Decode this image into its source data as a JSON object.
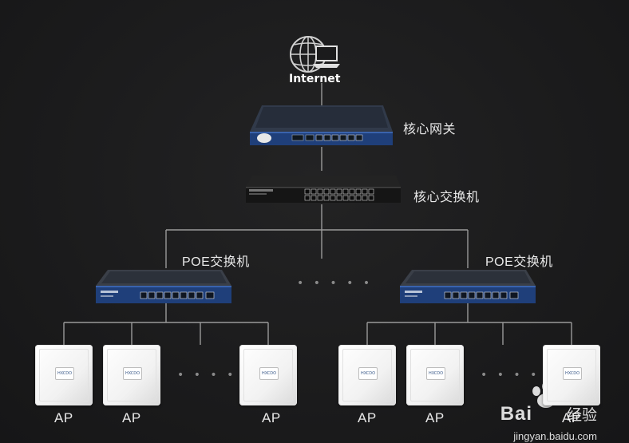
{
  "labels": {
    "internet": "Internet",
    "core_gateway": "核心网关",
    "core_switch": "核心交换机",
    "poe_switch_left": "POE交换机",
    "poe_switch_right": "POE交换机",
    "ellipsis_mid": "• • • • •",
    "ellipsis_left": "• • • • •",
    "ellipsis_right": "• • • •"
  },
  "ap_labels": [
    "AP",
    "AP",
    "AP",
    "AP",
    "AP",
    "AP"
  ],
  "device_brand": "HXCDO",
  "watermark": {
    "brand": "Bai",
    "brand_cn": "经验",
    "url": "jingyan.baidu.com"
  },
  "colors": {
    "background": "#1b1b1c",
    "line": "#9a9a9a",
    "switch_body": "#2c3442",
    "switch_front": "#1f3f7a",
    "text": "#e8e8e8"
  }
}
